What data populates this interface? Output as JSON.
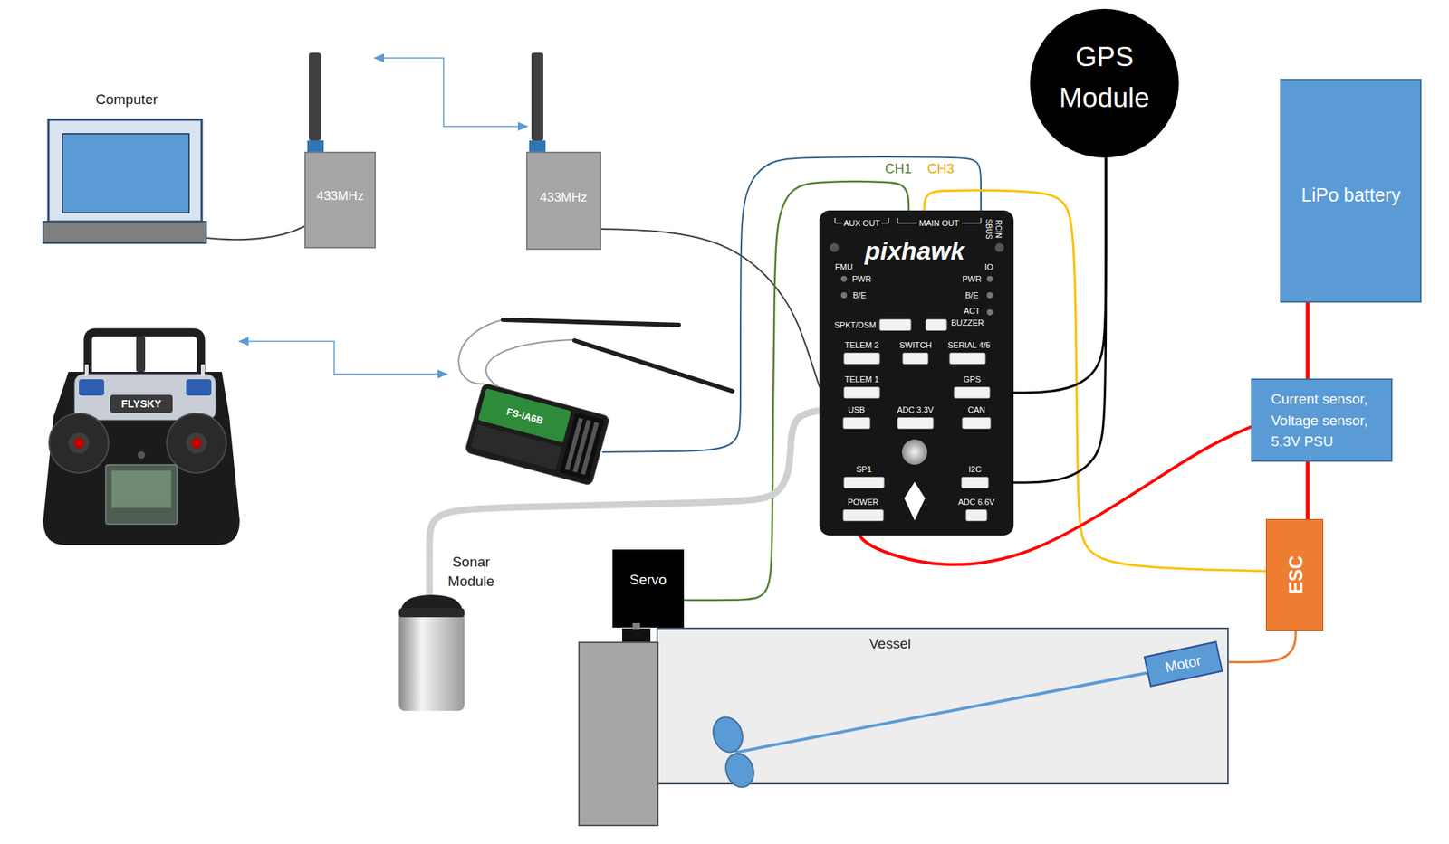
{
  "diagram": {
    "nodes": [
      {
        "text": [
          "Computer"
        ]
      },
      {
        "text": [
          "433MHz"
        ]
      },
      {
        "text": [
          "433MHz"
        ]
      },
      {
        "text": [
          "GPS Module"
        ]
      },
      {
        "text": [
          "LiPo battery"
        ]
      },
      {
        "text": [
          "FLYSKY"
        ]
      },
      {
        "text": [
          "FS-iA6B"
        ]
      },
      {
        "text": [
          "pixhawk"
        ]
      },
      {
        "text": [
          "Current sensor, Voltage sensor, 5.3V PSU"
        ]
      },
      {
        "text": [
          "Sonar Module"
        ]
      },
      {
        "text": [
          "Servo"
        ]
      },
      {
        "text": [
          "ESC"
        ]
      },
      {
        "text": [
          "Vessel"
        ]
      },
      {
        "text": [
          "Motor"
        ],
        "in": 12
      }
    ],
    "edges": [
      {
        "from": 0,
        "to": 1,
        "arrow": "none"
      },
      {
        "from": 1,
        "to": 2,
        "arrow": "both"
      },
      {
        "from": 5,
        "to": 6,
        "arrow": "both"
      },
      {
        "from": 2,
        "to": 7,
        "arrow": "none"
      },
      {
        "from": 6,
        "to": 7,
        "arrow": "none"
      },
      {
        "from": 7,
        "to": 10,
        "label": "CH1",
        "arrow": "none"
      },
      {
        "from": 7,
        "to": 11,
        "label": "CH3",
        "arrow": "none"
      },
      {
        "from": 3,
        "to": 7,
        "arrow": "none"
      },
      {
        "from": 3,
        "to": 7,
        "arrow": "none"
      },
      {
        "from": 9,
        "to": 7,
        "arrow": "none"
      },
      {
        "from": 4,
        "to": 8,
        "arrow": "none"
      },
      {
        "from": 8,
        "to": 11,
        "arrow": "none"
      },
      {
        "from": 8,
        "to": 7,
        "arrow": "none"
      },
      {
        "from": 11,
        "to": 13,
        "arrow": "none"
      }
    ],
    "labels": [
      "AUX OUT",
      "MAIN OUT",
      "SBUS",
      "RCIN",
      "FMU",
      "PWR",
      "B/E",
      "IO",
      "PWR",
      "B/E",
      "ACT",
      "SPKT/DSM",
      "BUZZER",
      "TELEM 2",
      "SWITCH",
      "SERIAL 4/5",
      "TELEM 1",
      "GPS",
      "USB",
      "ADC 3.3V",
      "CAN",
      "SP1",
      "I2C",
      "POWER",
      "ADC 6.6V"
    ]
  }
}
